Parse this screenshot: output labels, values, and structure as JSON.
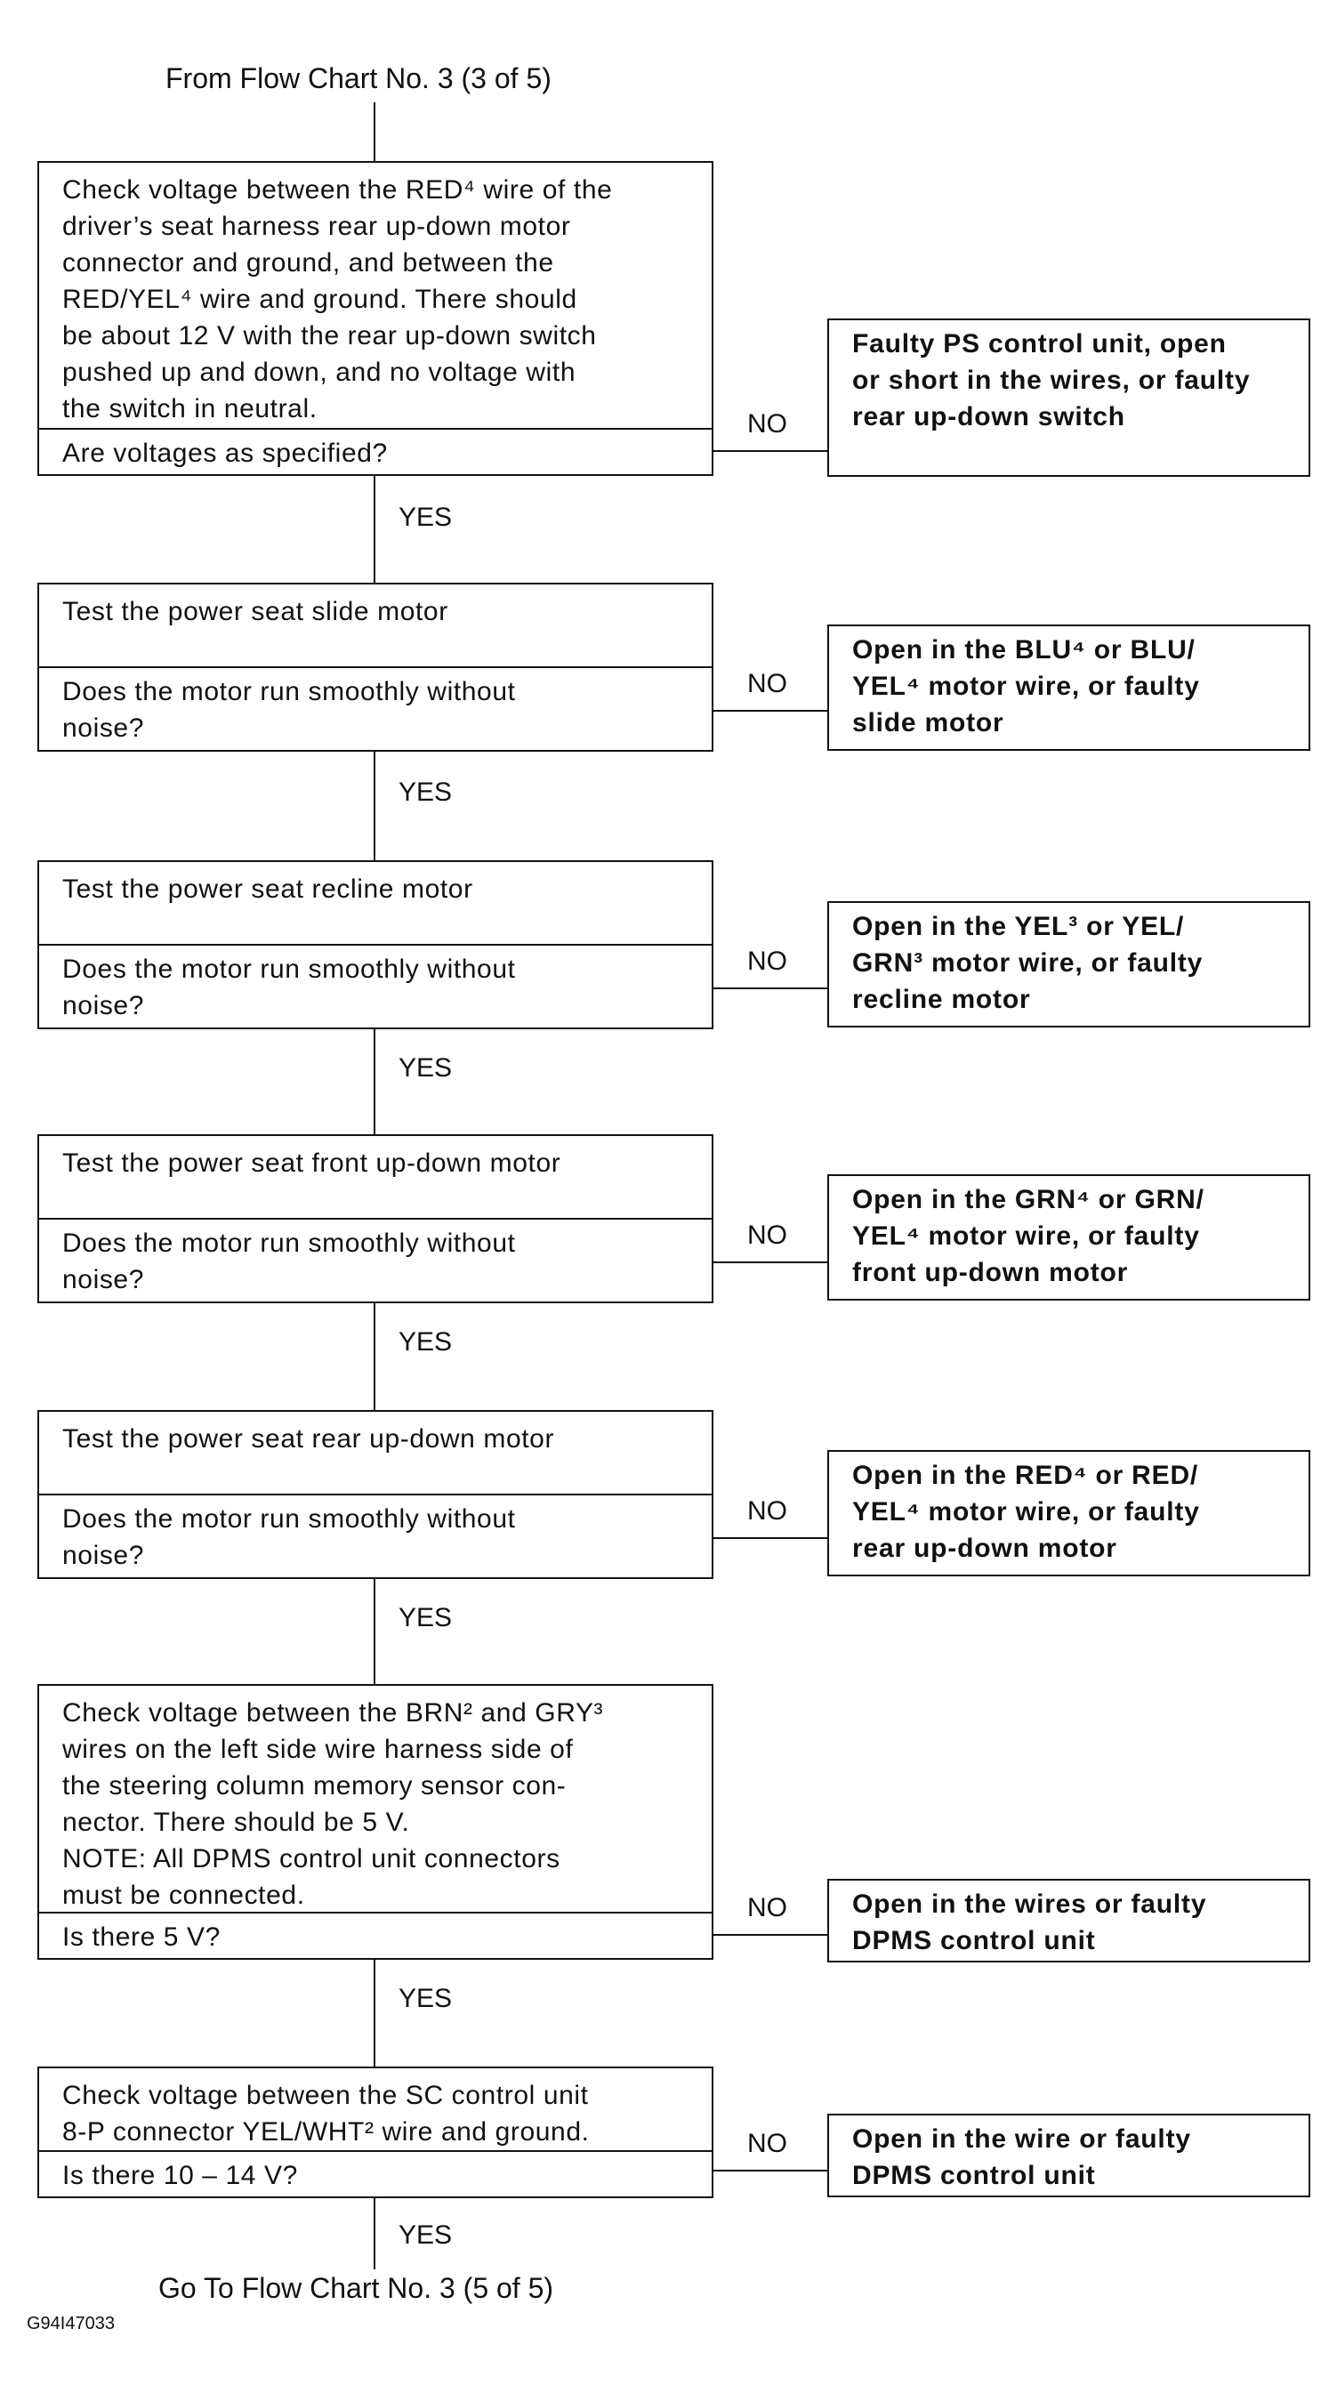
{
  "header": {
    "from_label": "From Flow Chart No. 3 (3 of 5)"
  },
  "footer": {
    "goto_label": "Go To Flow Chart No. 3 (5 of 5)",
    "figure_code": "G94I47033"
  },
  "yes_label": "YES",
  "no_label": "NO",
  "steps": [
    {
      "statement": "Check voltage between the RED⁴ wire of the\ndriver’s seat harness rear up-down motor\nconnector and ground, and between the\nRED/YEL⁴ wire and ground. There should\nbe about 12 V with the rear up-down switch\npushed up and down, and no voltage with\nthe switch in neutral.",
      "question": "Are voltages as specified?",
      "no_result": "Faulty PS control unit, open\nor short in the wires, or faulty\nrear up-down switch"
    },
    {
      "statement": "Test the power seat slide motor",
      "question": "Does the motor run smoothly without\nnoise?",
      "no_result": "Open in the BLU⁴ or BLU/\nYEL⁴ motor wire, or faulty\nslide motor"
    },
    {
      "statement": "Test the power seat recline motor",
      "question": "Does the motor run smoothly without\nnoise?",
      "no_result": "Open in the YEL³ or YEL/\nGRN³ motor wire, or faulty\nrecline motor"
    },
    {
      "statement": "Test the power seat front up-down motor",
      "question": "Does the motor run smoothly without\nnoise?",
      "no_result": "Open in the GRN⁴ or GRN/\nYEL⁴ motor wire, or faulty\nfront up-down motor"
    },
    {
      "statement": "Test the power seat rear up-down motor",
      "question": "Does the motor run smoothly without\nnoise?",
      "no_result": "Open in the RED⁴ or RED/\nYEL⁴ motor wire, or faulty\nrear up-down motor"
    },
    {
      "statement": "Check voltage between the BRN² and GRY³\nwires on the left side wire harness side of\nthe steering column memory sensor con-\nnector. There should be 5 V.\nNOTE: All DPMS control unit connectors\nmust be connected.",
      "question": "Is there 5 V?",
      "no_result": "Open in the wires or faulty\nDPMS control unit"
    },
    {
      "statement": "Check voltage between the SC control unit\n8-P connector YEL/WHT² wire and ground.",
      "question": "Is there 10 – 14 V?",
      "no_result": "Open in the wire or faulty\nDPMS control unit"
    }
  ]
}
